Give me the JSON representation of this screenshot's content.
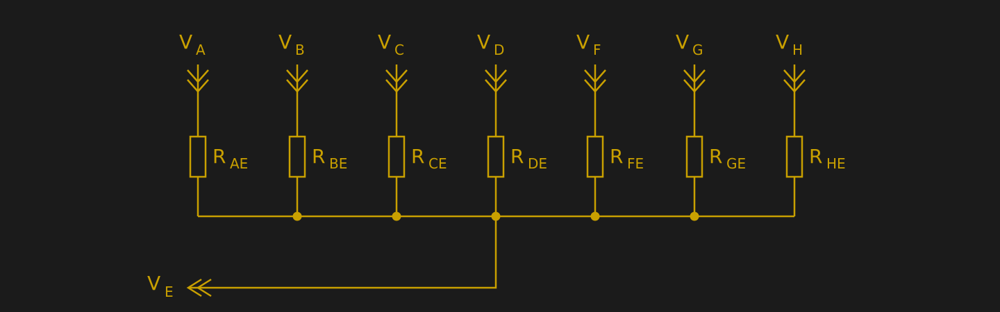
{
  "colors": {
    "background": "#1b1b1b",
    "wire": "#c9a000"
  },
  "inputs": [
    {
      "voltage": "V",
      "voltage_sub": "A",
      "resistor": "R",
      "resistor_sub": "AE",
      "junction": false
    },
    {
      "voltage": "V",
      "voltage_sub": "B",
      "resistor": "R",
      "resistor_sub": "BE",
      "junction": true
    },
    {
      "voltage": "V",
      "voltage_sub": "C",
      "resistor": "R",
      "resistor_sub": "CE",
      "junction": true
    },
    {
      "voltage": "V",
      "voltage_sub": "D",
      "resistor": "R",
      "resistor_sub": "DE",
      "junction": true
    },
    {
      "voltage": "V",
      "voltage_sub": "F",
      "resistor": "R",
      "resistor_sub": "FE",
      "junction": true
    },
    {
      "voltage": "V",
      "voltage_sub": "G",
      "resistor": "R",
      "resistor_sub": "GE",
      "junction": true
    },
    {
      "voltage": "V",
      "voltage_sub": "H",
      "resistor": "R",
      "resistor_sub": "HE",
      "junction": false
    }
  ],
  "output": {
    "voltage": "V",
    "voltage_sub": "E"
  }
}
